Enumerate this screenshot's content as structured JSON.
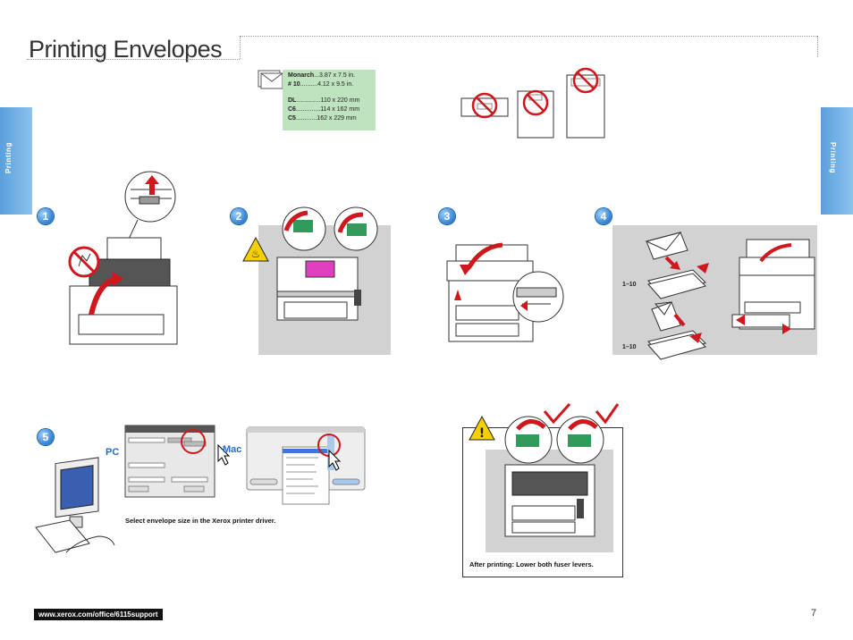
{
  "page": {
    "title": "Printing Envelopes",
    "side_tab_label": "Printing",
    "page_number": "7",
    "url": "www.xerox.com/office/6115support"
  },
  "envelope_sizes": [
    {
      "name": "Monarch",
      "dots": "...",
      "size": "3.87 x 7.5 in."
    },
    {
      "name": "# 10",
      "dots": "..........",
      "size": "4.12 x 9.5 in."
    },
    {
      "name": "DL",
      "dots": "..............",
      "size": "110 x 220 mm"
    },
    {
      "name": "C6",
      "dots": "..............",
      "size": "114 x 162 mm"
    },
    {
      "name": "C5",
      "dots": "............",
      "size": "162 x 229 mm"
    }
  ],
  "steps": [
    "1",
    "2",
    "3",
    "4",
    "5"
  ],
  "step4": {
    "count_top": "1–10",
    "count_bottom": "1–10"
  },
  "step5": {
    "pc_label": "PC",
    "mac_label": "Mac",
    "caption": "Select envelope size in the Xerox printer driver."
  },
  "after_printing": {
    "caption": "After printing: Lower both fuser levers."
  },
  "colors": {
    "accent_blue": "#2f7fd0",
    "side_tab": "#6aaee4",
    "size_box": "#bfe3bf",
    "warning_yellow": "#f5d000",
    "prohibit_red": "#d0171d",
    "lever_green": "#2f9a5a"
  }
}
